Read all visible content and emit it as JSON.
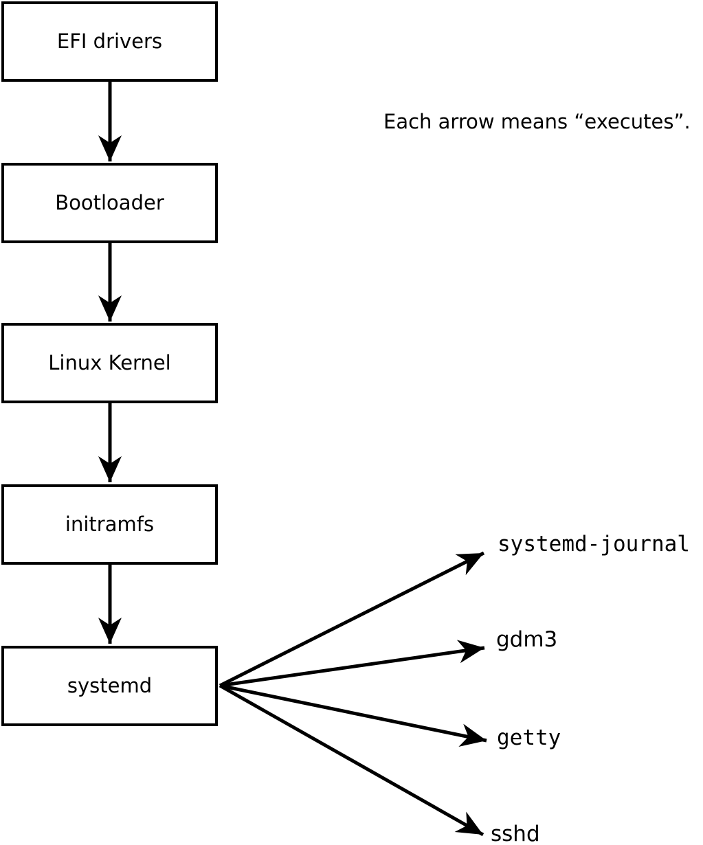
{
  "diagram": {
    "caption": "Each arrow means “executes”.",
    "boxes": [
      {
        "label": "EFI drivers"
      },
      {
        "label": "Bootloader"
      },
      {
        "label": "Linux Kernel"
      },
      {
        "label": "initramfs"
      },
      {
        "label": "systemd"
      }
    ],
    "processes": [
      {
        "label": "systemd-journal"
      },
      {
        "label": "gdm3"
      },
      {
        "label": "getty"
      },
      {
        "label": "sshd"
      }
    ],
    "colors": {
      "foreground": "#000000",
      "background": "#ffffff"
    }
  }
}
